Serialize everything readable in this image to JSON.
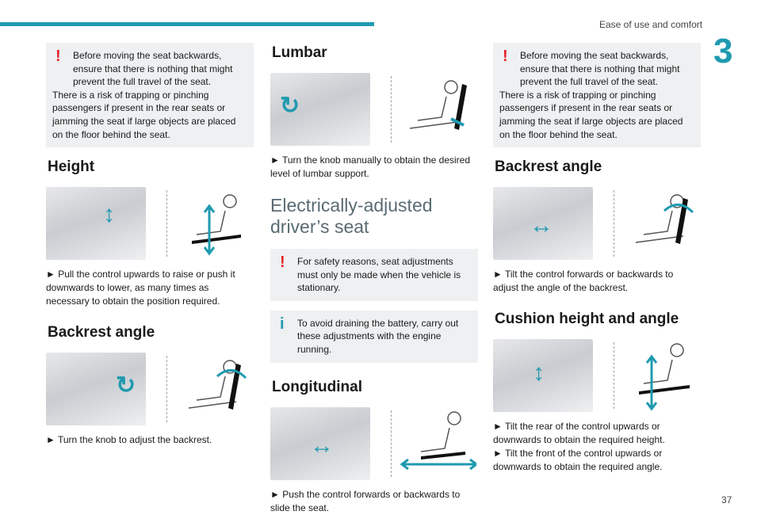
{
  "header": {
    "section": "Ease of use and comfort",
    "chapter": "3"
  },
  "footer": {
    "page": "37"
  },
  "col1": {
    "warning": {
      "line1": "Before moving the seat backwards, ensure that there is nothing that might prevent the full travel of the seat.",
      "line2": "There is a risk of trapping or pinching passengers if present in the rear seats or jamming the seat if large objects are placed on the floor behind the seat."
    },
    "height_title": "Height",
    "height_text": "► Pull the control upwards to raise or push it downwards to lower, as many times as necessary to obtain the position required.",
    "backrest_title": "Backrest angle",
    "backrest_text": "► Turn the knob to adjust the backrest."
  },
  "col2": {
    "lumbar_title": "Lumbar",
    "lumbar_text": "► Turn the knob manually to obtain the desired level of lumbar support.",
    "elec_title": "Electrically-adjusted driver’s seat",
    "warning": "For safety reasons, seat adjustments must only be made when the vehicle is stationary.",
    "info": "To avoid draining the battery, carry out these adjustments with the engine running.",
    "long_title": "Longitudinal",
    "long_text": "► Push the control forwards or backwards to slide the seat."
  },
  "col3": {
    "warning": {
      "line1": "Before moving the seat backwards, ensure that there is nothing that might prevent the full travel of the seat.",
      "line2": "There is a risk of trapping or pinching passengers if present in the rear seats or jamming the seat if large objects are placed on the floor behind the seat."
    },
    "backrest_title": "Backrest angle",
    "backrest_text": "► Tilt the control forwards or backwards to adjust the angle of the backrest.",
    "cushion_title": "Cushion height and angle",
    "cushion_text1": "► Tilt the rear of the control upwards or downwards to obtain the required height.",
    "cushion_text2": "► Tilt the front of the control upwards or downwards to obtain the required angle."
  },
  "colors": {
    "accent": "#1f9ab0",
    "warning": "#e5242a",
    "box": "#eef0f2"
  }
}
